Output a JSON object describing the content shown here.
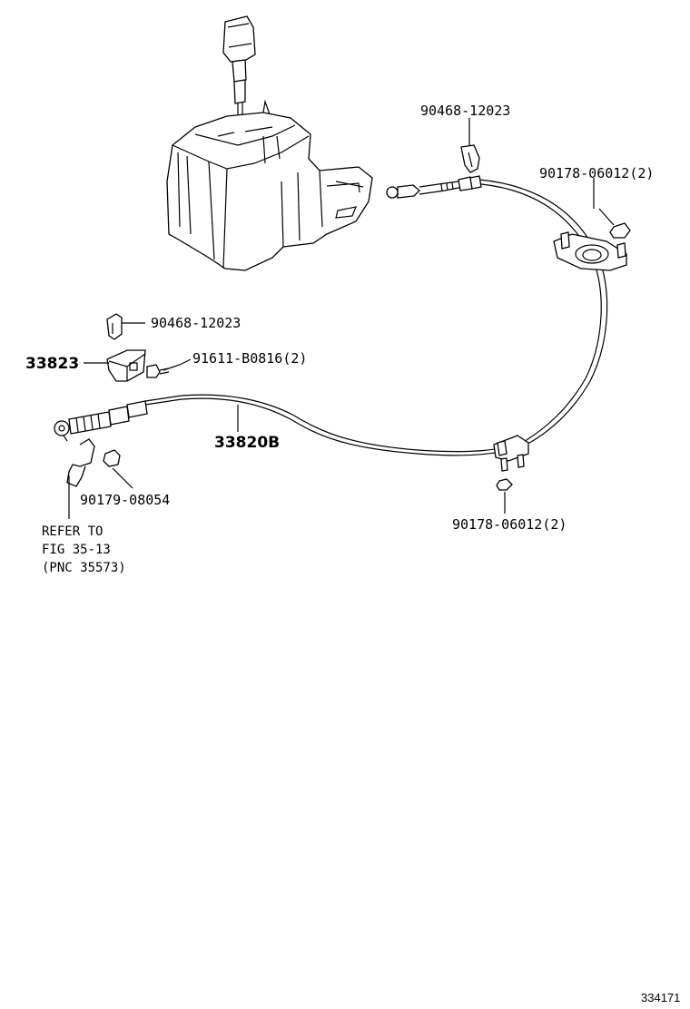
{
  "parts": {
    "clip_upper": "90468-12023",
    "nut_upper": "90178-06012(2)",
    "clip_lower": "90468-12023",
    "bracket": "33823",
    "bolt": "91611-B0816(2)",
    "cable": "33820B",
    "nut_clamp": "90179-08054",
    "nut_lower": "90178-06012(2)"
  },
  "reference_note": {
    "line1": "REFER TO",
    "line2": "FIG 35-13",
    "line3": "(PNC 35573)"
  },
  "figure_id": "334171"
}
